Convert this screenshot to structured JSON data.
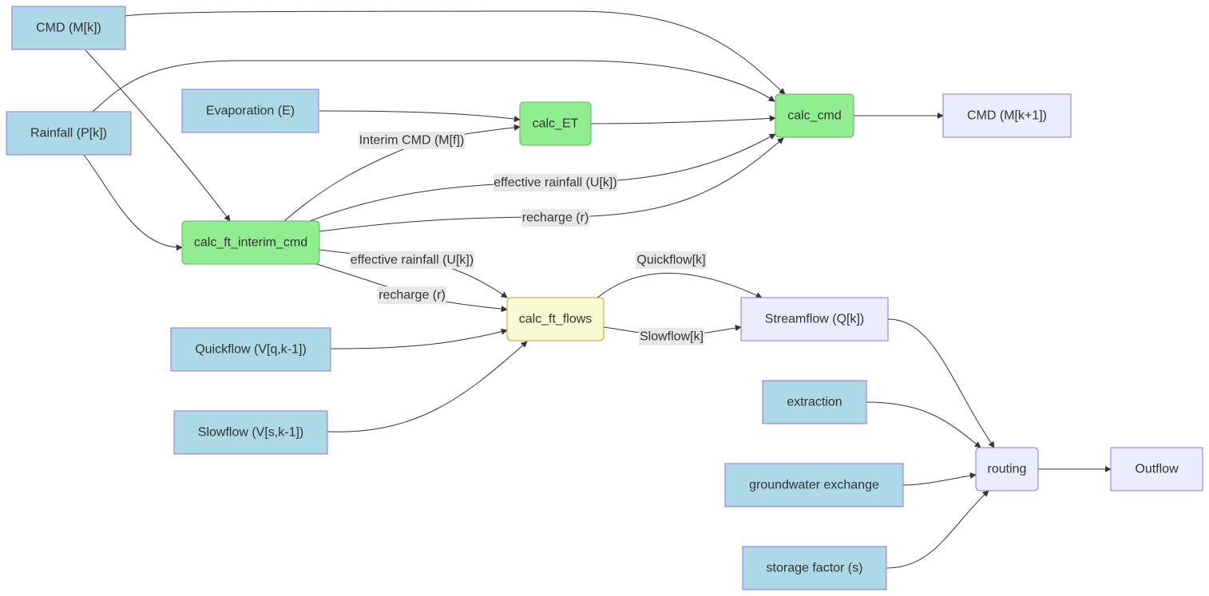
{
  "styles": {
    "input": {
      "fill": "#add8e6",
      "stroke": "#9370db"
    },
    "process": {
      "fill": "#90ee90",
      "stroke": "#66aa66"
    },
    "flows": {
      "fill": "#fafad2",
      "stroke": "#aaaa33"
    },
    "output": {
      "fill": "#ececff",
      "stroke": "#9370db"
    }
  },
  "nodes": {
    "cmd_mk": {
      "label": "CMD (M[k])",
      "style": "input"
    },
    "rainfall": {
      "label": "Rainfall (P[k])",
      "style": "input"
    },
    "evaporation": {
      "label": "Evaporation (E)",
      "style": "input"
    },
    "calc_ft_interim_cmd": {
      "label": "calc_ft_interim_cmd",
      "style": "process"
    },
    "calc_et": {
      "label": "calc_ET",
      "style": "process"
    },
    "calc_cmd": {
      "label": "calc_cmd",
      "style": "process"
    },
    "cmd_mk1": {
      "label": "CMD (M[k+1])",
      "style": "output"
    },
    "calc_ft_flows": {
      "label": "calc_ft_flows",
      "style": "flows"
    },
    "quickflow_prev": {
      "label": "Quickflow (V[q,k-1])",
      "style": "input"
    },
    "slowflow_prev": {
      "label": "Slowflow (V[s,k-1])",
      "style": "input"
    },
    "streamflow": {
      "label": "Streamflow (Q[k])",
      "style": "output"
    },
    "extraction": {
      "label": "extraction",
      "style": "input"
    },
    "groundwater": {
      "label": "groundwater exchange",
      "style": "input"
    },
    "storage_factor": {
      "label": "storage factor (s)",
      "style": "input"
    },
    "routing": {
      "label": "routing",
      "style": "output"
    },
    "outflow": {
      "label": "Outflow",
      "style": "output"
    }
  },
  "edges": [
    {
      "from": "cmd_mk",
      "to": "calc_cmd",
      "label": ""
    },
    {
      "from": "rainfall",
      "to": "calc_cmd",
      "label": ""
    },
    {
      "from": "cmd_mk",
      "to": "calc_ft_interim_cmd",
      "label": ""
    },
    {
      "from": "rainfall",
      "to": "calc_ft_interim_cmd",
      "label": ""
    },
    {
      "from": "evaporation",
      "to": "calc_et",
      "label": ""
    },
    {
      "from": "calc_ft_interim_cmd",
      "to": "calc_et",
      "label": "Interim CMD (M[f])"
    },
    {
      "from": "calc_et",
      "to": "calc_cmd",
      "label": ""
    },
    {
      "from": "calc_ft_interim_cmd",
      "to": "calc_cmd",
      "label": "effective rainfall (U[k])"
    },
    {
      "from": "calc_ft_interim_cmd",
      "to": "calc_cmd",
      "label": "recharge (r)"
    },
    {
      "from": "calc_cmd",
      "to": "cmd_mk1",
      "label": ""
    },
    {
      "from": "calc_ft_interim_cmd",
      "to": "calc_ft_flows",
      "label": "effective rainfall (U[k])"
    },
    {
      "from": "calc_ft_interim_cmd",
      "to": "calc_ft_flows",
      "label": "recharge (r)"
    },
    {
      "from": "quickflow_prev",
      "to": "calc_ft_flows",
      "label": ""
    },
    {
      "from": "slowflow_prev",
      "to": "calc_ft_flows",
      "label": ""
    },
    {
      "from": "calc_ft_flows",
      "to": "streamflow",
      "label": "Quickflow[k]"
    },
    {
      "from": "calc_ft_flows",
      "to": "streamflow",
      "label": "Slowflow[k]"
    },
    {
      "from": "streamflow",
      "to": "routing",
      "label": ""
    },
    {
      "from": "extraction",
      "to": "routing",
      "label": ""
    },
    {
      "from": "groundwater",
      "to": "routing",
      "label": ""
    },
    {
      "from": "storage_factor",
      "to": "routing",
      "label": ""
    },
    {
      "from": "routing",
      "to": "outflow",
      "label": ""
    }
  ]
}
